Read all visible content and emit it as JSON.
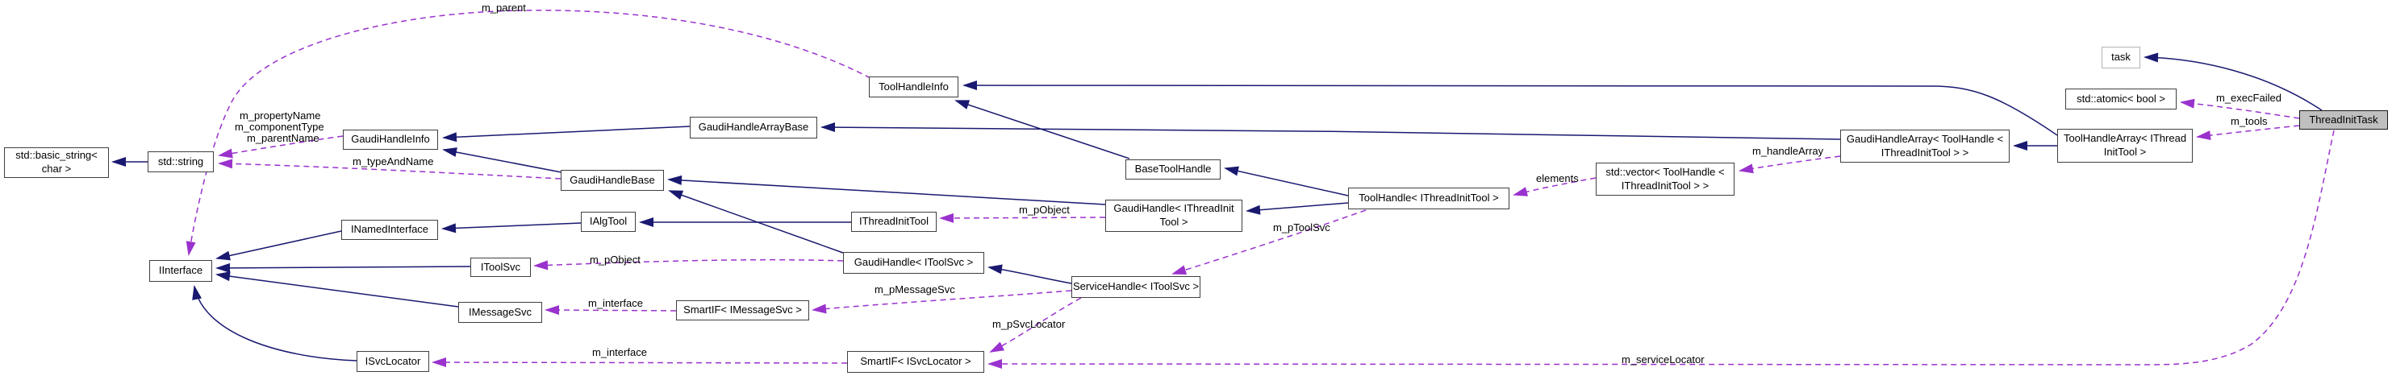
{
  "nodes": [
    {
      "id": "basic-string",
      "label": "std::basic_string< char >"
    },
    {
      "id": "std-string",
      "label": "std::string"
    },
    {
      "id": "iinterface",
      "label": "IInterface"
    },
    {
      "id": "gaudi-handle-info",
      "label": "GaudiHandleInfo"
    },
    {
      "id": "gaudi-handle-array-base",
      "label": "GaudiHandleArrayBase"
    },
    {
      "id": "gaudi-handle-base",
      "label": "GaudiHandleBase"
    },
    {
      "id": "tool-handle-info",
      "label": "ToolHandleInfo"
    },
    {
      "id": "base-tool-handle",
      "label": "BaseToolHandle"
    },
    {
      "id": "inamed-interface",
      "label": "INamedInterface"
    },
    {
      "id": "ialg-tool",
      "label": "IAlgTool"
    },
    {
      "id": "ithread-init-tool",
      "label": "IThreadInitTool"
    },
    {
      "id": "gaudi-handle-ithread-init-tool",
      "label": "GaudiHandle< IThreadInit Tool >"
    },
    {
      "id": "tool-handle-ithread-init-tool",
      "label": "ToolHandle< IThreadInitTool >"
    },
    {
      "id": "itool-svc",
      "label": "IToolSvc"
    },
    {
      "id": "gaudi-handle-itool-svc",
      "label": "GaudiHandle< IToolSvc >"
    },
    {
      "id": "service-handle-itool-svc",
      "label": "ServiceHandle< IToolSvc >"
    },
    {
      "id": "imessage-svc",
      "label": "IMessageSvc"
    },
    {
      "id": "smartif-imessage-svc",
      "label": "SmartIF< IMessageSvc >"
    },
    {
      "id": "isvc-locator",
      "label": "ISvcLocator"
    },
    {
      "id": "smartif-isvc-locator",
      "label": "SmartIF< ISvcLocator >"
    },
    {
      "id": "std-vector-tool-handle",
      "label": "std::vector< ToolHandle < IThreadInitTool > >"
    },
    {
      "id": "gaudi-handle-array",
      "label": "GaudiHandleArray< ToolHandle < IThreadInitTool > >"
    },
    {
      "id": "tool-handle-array",
      "label": "ToolHandleArray< IThread InitTool >"
    },
    {
      "id": "task",
      "label": "task"
    },
    {
      "id": "std-atomic-bool",
      "label": "std::atomic< bool >"
    },
    {
      "id": "thread-init-task",
      "label": "ThreadInitTask"
    }
  ],
  "edge_labels": [
    {
      "id": "m-parent",
      "text": "m_parent"
    },
    {
      "id": "m-property-name",
      "text": "m_propertyName"
    },
    {
      "id": "m-component-type",
      "text": "m_componentType"
    },
    {
      "id": "m-parent-name",
      "text": "m_parentName"
    },
    {
      "id": "m-type-and-name",
      "text": "m_typeAndName"
    },
    {
      "id": "m-pobject-thread",
      "text": "m_pObject"
    },
    {
      "id": "m-pobject-toolsvc",
      "text": "m_pObject"
    },
    {
      "id": "m-ptoolsvc",
      "text": "m_pToolSvc"
    },
    {
      "id": "m-pmessagesvc",
      "text": "m_pMessageSvc"
    },
    {
      "id": "m-interface-msg",
      "text": "m_interface"
    },
    {
      "id": "m-psvclocator",
      "text": "m_pSvcLocator"
    },
    {
      "id": "m-interface-svc",
      "text": "m_interface"
    },
    {
      "id": "m-servicelocator",
      "text": "m_serviceLocator"
    },
    {
      "id": "elements",
      "text": "elements"
    },
    {
      "id": "m-handlearray",
      "text": "m_handleArray"
    },
    {
      "id": "m-execfailed",
      "text": "m_execFailed"
    },
    {
      "id": "m-tools",
      "text": "m_tools"
    }
  ],
  "colors": {
    "inheritance": "#191970",
    "usage": "#9a32cd",
    "node_fill": "#ffffff",
    "node_border": "#3f3f3f",
    "highlight_fill": "#bfbfbf",
    "external_border": "#b4b4b4"
  }
}
